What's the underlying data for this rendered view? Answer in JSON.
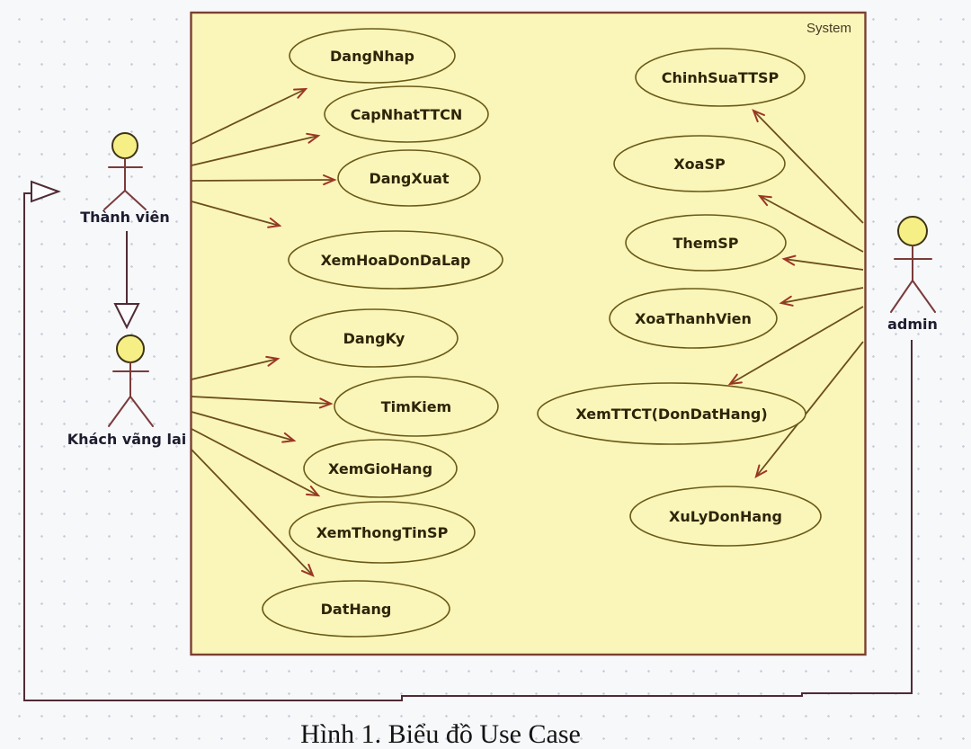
{
  "caption": "Hình 1. Biểu đồ Use Case",
  "system": {
    "label": "System"
  },
  "actors": [
    {
      "id": "thanh-vien",
      "label": "Thành viên"
    },
    {
      "id": "khach-vang-lai",
      "label": "Khách vãng lai"
    },
    {
      "id": "admin",
      "label": "admin"
    }
  ],
  "use_cases": [
    {
      "id": "dang-nhap",
      "label": "DangNhap"
    },
    {
      "id": "cap-nhat-ttcn",
      "label": "CapNhatTTCN"
    },
    {
      "id": "dang-xuat",
      "label": "DangXuat"
    },
    {
      "id": "xem-hoa-don-da-lap",
      "label": "XemHoaDonDaLap"
    },
    {
      "id": "dang-ky",
      "label": "DangKy"
    },
    {
      "id": "tim-kiem",
      "label": "TimKiem"
    },
    {
      "id": "xem-gio-hang",
      "label": "XemGioHang"
    },
    {
      "id": "xem-thong-tin-sp",
      "label": "XemThongTinSP"
    },
    {
      "id": "dat-hang",
      "label": "DatHang"
    },
    {
      "id": "chinh-sua-ttsp",
      "label": "ChinhSuaTTSP"
    },
    {
      "id": "xoa-sp",
      "label": "XoaSP"
    },
    {
      "id": "them-sp",
      "label": "ThemSP"
    },
    {
      "id": "xoa-thanh-vien",
      "label": "XoaThanhVien"
    },
    {
      "id": "xem-ttct-dondathang",
      "label": "XemTTCT(DonDatHang)"
    },
    {
      "id": "xu-ly-don-hang",
      "label": "XuLyDonHang"
    }
  ],
  "relationships": [
    {
      "type": "association",
      "actor": "Thành viên",
      "use_cases": [
        "DangNhap",
        "CapNhatTTCN",
        "DangXuat",
        "XemHoaDonDaLap"
      ]
    },
    {
      "type": "association",
      "actor": "Khách vãng lai",
      "use_cases": [
        "DangKy",
        "TimKiem",
        "XemGioHang",
        "XemThongTinSP",
        "DatHang"
      ]
    },
    {
      "type": "association",
      "actor": "admin",
      "use_cases": [
        "ChinhSuaTTSP",
        "XoaSP",
        "ThemSP",
        "XoaThanhVien",
        "XemTTCT(DonDatHang)",
        "XuLyDonHang"
      ]
    },
    {
      "type": "generalization",
      "from": "Thành viên",
      "to": "Khách vãng lai"
    },
    {
      "type": "generalization",
      "from": "admin",
      "to": "Thành viên"
    }
  ],
  "colors": {
    "page_bg": "#f7f8fa",
    "dot": "#c7cbd8",
    "box_fill": "#faf6ba",
    "box_border": "#7a4030",
    "oval_fill": "#faf6ba",
    "oval_border": "#6a5a16",
    "oval_text": "#2e2408",
    "assoc_line": "#6b4e1c",
    "arrow_head": "#a03424",
    "actor_line": "#7a3b3b",
    "actor_head_fill": "#f6ef85",
    "actor_head_border": "#3f3416",
    "actor_text": "#1d1d30",
    "generalization": "#4f2b35",
    "system_text": "#4a3a24",
    "caption_text": "#141414"
  }
}
